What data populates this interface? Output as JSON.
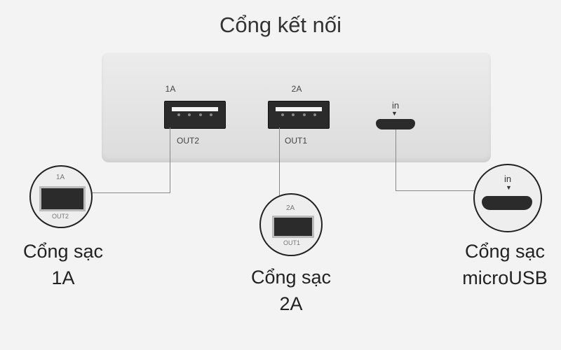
{
  "title": "Cổng kết nối",
  "device": {
    "ports": [
      {
        "top_label": "1A",
        "bottom_label": "OUT2"
      },
      {
        "top_label": "2A",
        "bottom_label": "OUT1"
      },
      {
        "top_label": "in"
      }
    ]
  },
  "callouts": [
    {
      "top": "1A",
      "bottom": "OUT2",
      "caption_line1": "Cổng sạc",
      "caption_line2": "1A"
    },
    {
      "top": "2A",
      "bottom": "OUT1",
      "caption_line1": "Cổng sạc",
      "caption_line2": "2A"
    },
    {
      "top": "in",
      "caption_line1": "Cổng sạc",
      "caption_line2": "microUSB"
    }
  ]
}
